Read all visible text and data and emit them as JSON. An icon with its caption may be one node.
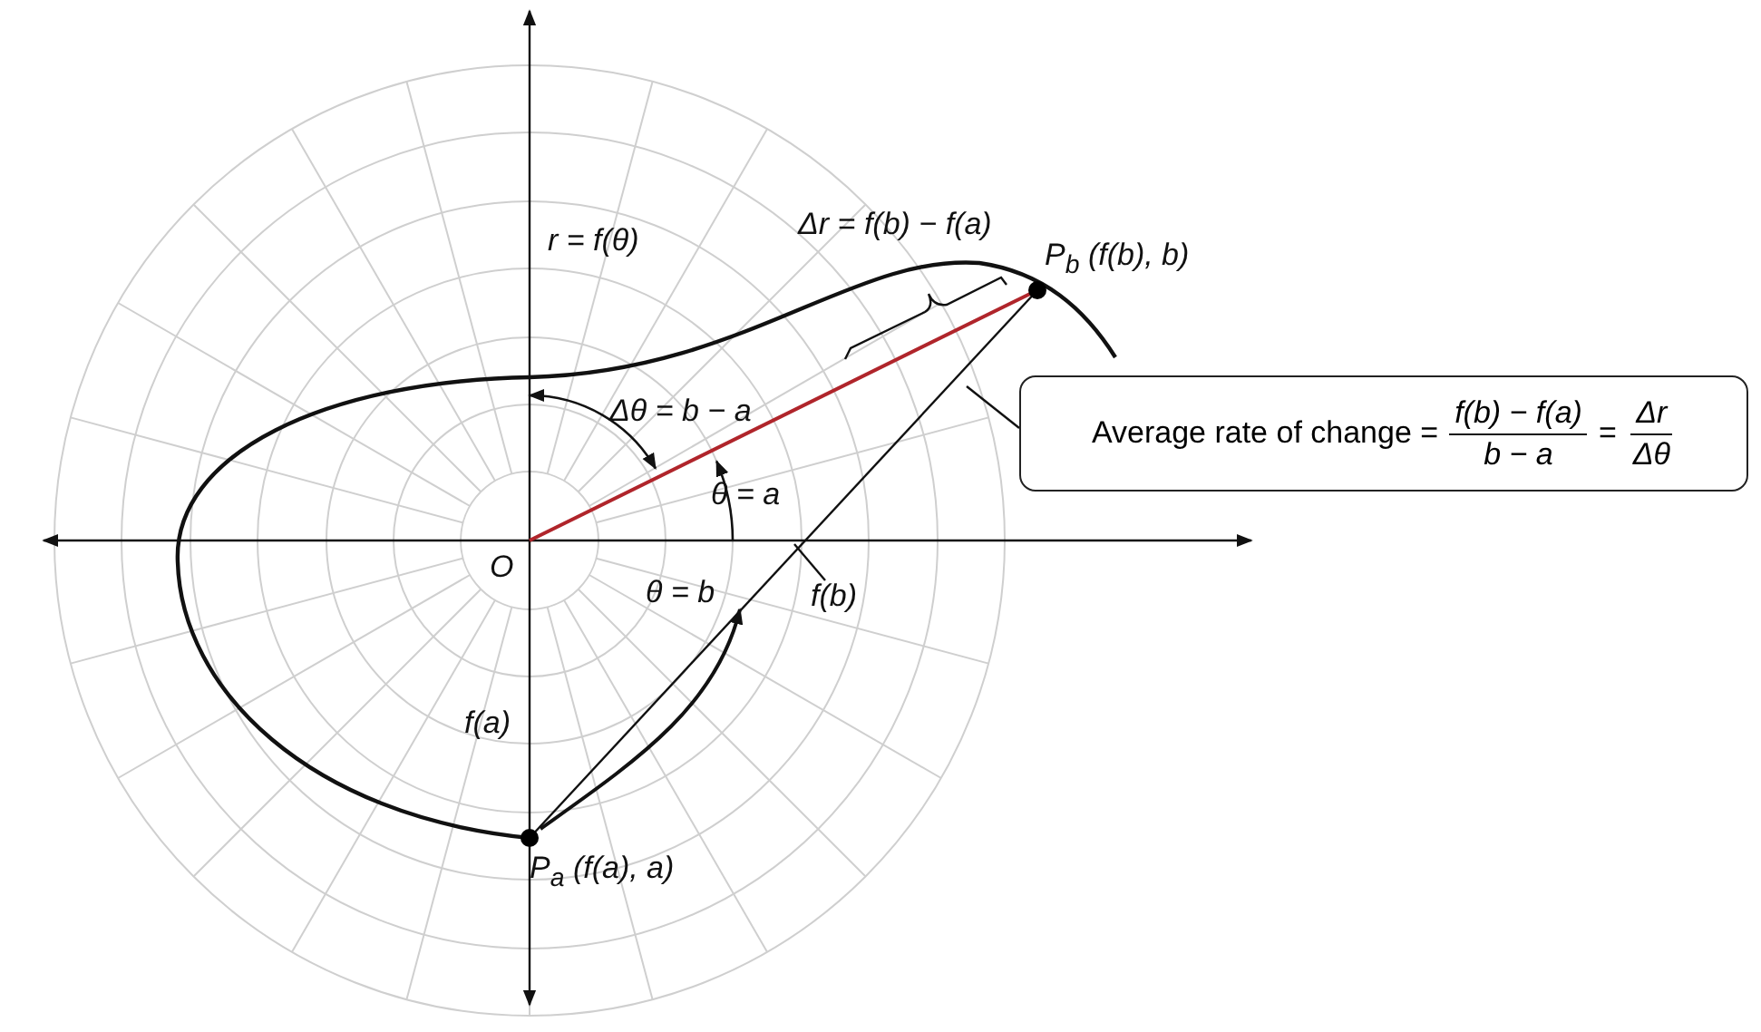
{
  "diagram": {
    "nodes": [
      {
        "text": [
          "P$_{a}$ (f(a), a)"
        ]
      },
      {
        "text": [
          "P$_{b}$ (f(b), b)"
        ]
      },
      {
        "text": [
          "Average rate of change =",
          "f(b) − f(a)",
          "b − a",
          "=",
          "Δr",
          "Δθ"
        ]
      },
      {
        "text": [
          "O"
        ]
      },
      {
        "text": [
          "f(b)"
        ]
      }
    ],
    "edges": [
      {
        "from": 0,
        "to": 1,
        "arrow": "none"
      },
      {
        "from": 3,
        "to": 1,
        "arrow": "none",
        "color": "#b0252b"
      },
      {
        "from": 2,
        "to": null,
        "arrow": "none"
      },
      {
        "from": 4,
        "to": null,
        "arrow": "none"
      }
    ],
    "labels": [
      "Δr = f(b) − f(a)",
      "r = f(θ)",
      "Δθ = b − a",
      "θ = a",
      "θ = b",
      "f(a)"
    ]
  }
}
